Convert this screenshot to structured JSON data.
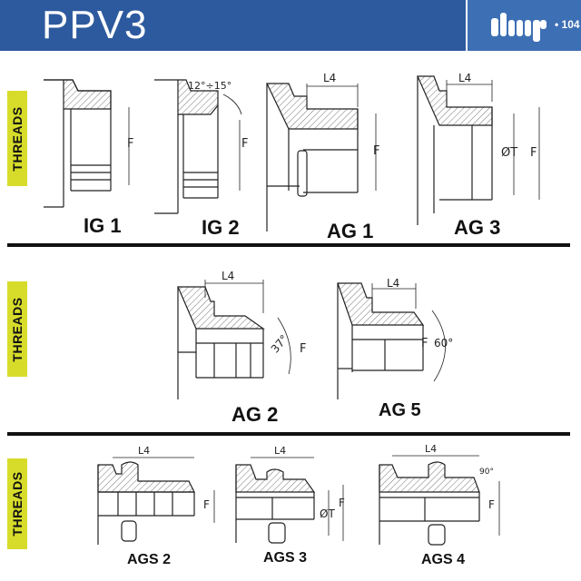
{
  "header": {
    "title": "PPV3",
    "page_number": "• 104",
    "brand": "dmp"
  },
  "sections": [
    {
      "label": "THREADS"
    },
    {
      "label": "THREADS"
    },
    {
      "label": "THREADS"
    }
  ],
  "figures": {
    "ig1": "IG 1",
    "ig2": "IG 2",
    "ag1": "AG 1",
    "ag3": "AG 3",
    "ag2": "AG 2",
    "ag5": "AG 5",
    "ags2": "AGS 2",
    "ags3": "AGS 3",
    "ags4": "AGS 4"
  },
  "dims": {
    "F": "F",
    "L4": "L4",
    "T": "ØT",
    "angle_ig2": "12°÷15°",
    "angle_ag2": "37°",
    "angle_ag5": "60°",
    "angle_ags4": "90°"
  },
  "colors": {
    "header_bg": "#2d5a9e",
    "brand_bg": "#3d6fb4",
    "threads_bg": "#d7dc2b"
  }
}
